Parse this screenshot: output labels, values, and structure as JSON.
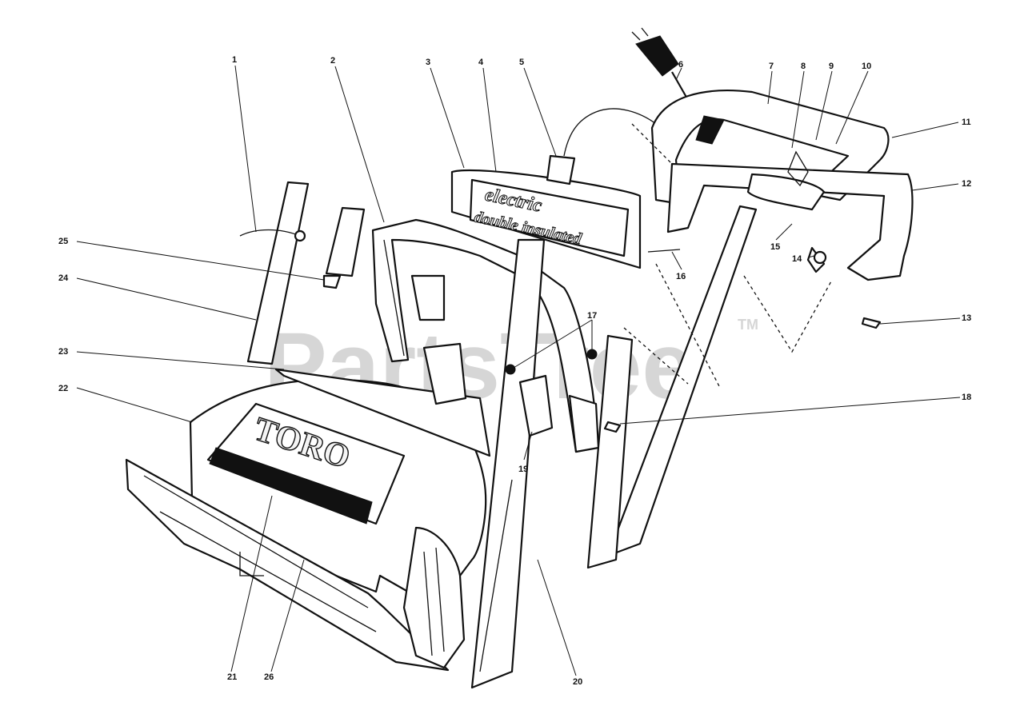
{
  "watermark": {
    "text": "PartsTree",
    "trademark": "TM"
  },
  "decals": {
    "line1": "electric",
    "line2": "double insulated",
    "brand": "TORO"
  },
  "callouts": [
    "1",
    "2",
    "3",
    "4",
    "5",
    "6",
    "7",
    "8",
    "9",
    "10",
    "11",
    "12",
    "13",
    "14",
    "15",
    "16",
    "17",
    "18",
    "19",
    "20",
    "21",
    "22",
    "23",
    "24",
    "25",
    "26"
  ]
}
